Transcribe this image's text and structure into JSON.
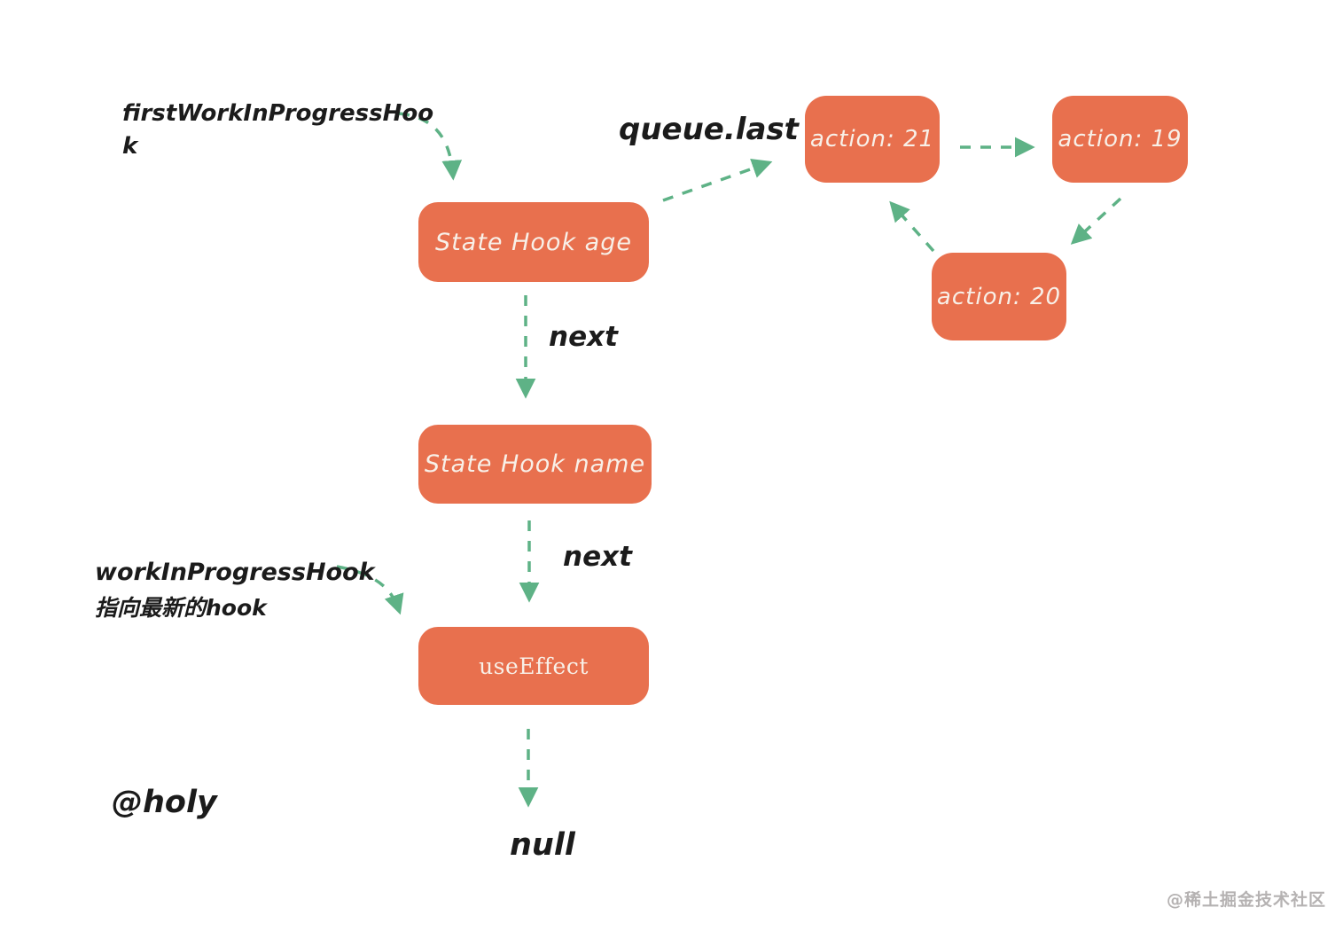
{
  "colors": {
    "background": "#ffffff",
    "node_fill": "#e8704e",
    "node_text": "#f8f0e8",
    "arrow": "#5eb286",
    "label_text": "#1b1b1b",
    "watermark_text": "#b5b2b2"
  },
  "nodes": {
    "state_hook_age": "State Hook age",
    "action_21": "action: 21",
    "action_19": "action: 19",
    "action_20": "action: 20",
    "state_hook_name": "State Hook name",
    "use_effect": "useEffect"
  },
  "annotations": {
    "first_wip_hook_line1": "firstWorkInProgressHoo",
    "first_wip_hook_line2": "k",
    "queue_last": "queue.last",
    "next_top": "next",
    "next_bottom": "next",
    "wip_hook_line1": "workInProgressHook",
    "wip_hook_line2": "指向最新的hook",
    "null_label": "null",
    "author": "@holy",
    "watermark": "@稀土掘金技术社区"
  },
  "edges": [
    {
      "from": "firstWorkInProgressHook",
      "to": "state_hook_age"
    },
    {
      "from": "state_hook_age.queue.last",
      "to": "action_21"
    },
    {
      "from": "action_21",
      "to": "action_19"
    },
    {
      "from": "action_19",
      "to": "action_20"
    },
    {
      "from": "action_20",
      "to": "action_21"
    },
    {
      "from": "state_hook_age",
      "to": "state_hook_name",
      "label": "next"
    },
    {
      "from": "state_hook_name",
      "to": "use_effect",
      "label": "next"
    },
    {
      "from": "workInProgressHook",
      "to": "use_effect"
    },
    {
      "from": "use_effect",
      "to": "null"
    }
  ]
}
